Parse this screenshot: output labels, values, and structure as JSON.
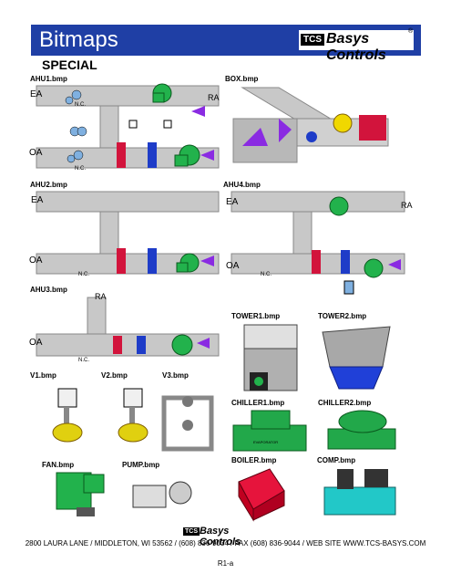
{
  "header": {
    "title": "Bitmaps",
    "logo_tcs": "TCS",
    "logo_name": "Basys Controls",
    "logo_reg": "®"
  },
  "section_title": "SPECIAL",
  "labels": {
    "ahu1": "AHU1.bmp",
    "box": "BOX.bmp",
    "ahu2": "AHU2.bmp",
    "ahu4": "AHU4.bmp",
    "ahu3": "AHU3.bmp",
    "tower1": "TOWER1.bmp",
    "tower2": "TOWER2.bmp",
    "v1": "V1.bmp",
    "v2": "V2.bmp",
    "v3": "V3.bmp",
    "chiller1": "CHILLER1.bmp",
    "chiller2": "CHILLER2.bmp",
    "fan": "FAN.bmp",
    "pump": "PUMP.bmp",
    "boiler": "BOILER.bmp",
    "comp": "COMP.bmp"
  },
  "diagram_text": {
    "ea": "EA",
    "ra": "RA",
    "oa": "OA",
    "nc": "N.C.",
    "evaporator": "EVAPORATOR"
  },
  "footer": {
    "logo_tcs": "TCS",
    "logo_name": "Basys Controls",
    "address": "2800 LAURA LANE  /  MIDDLETON, WI 53562  /  (608) 836-9034  /  FAX (608) 836-9044  /  WEB SITE WWW.TCS-BASYS.COM",
    "page": "R1-a"
  },
  "colors": {
    "header": "#1f3fa5",
    "duct": "#c8c8c8",
    "fan": "#22b24c",
    "damper": "#e8a0a0",
    "arrow": "#8a2be2",
    "coil_red": "#d2143c",
    "coil_blue": "#1e3cc8",
    "tank": "#22c8c8",
    "boiler": "#e6143c"
  }
}
